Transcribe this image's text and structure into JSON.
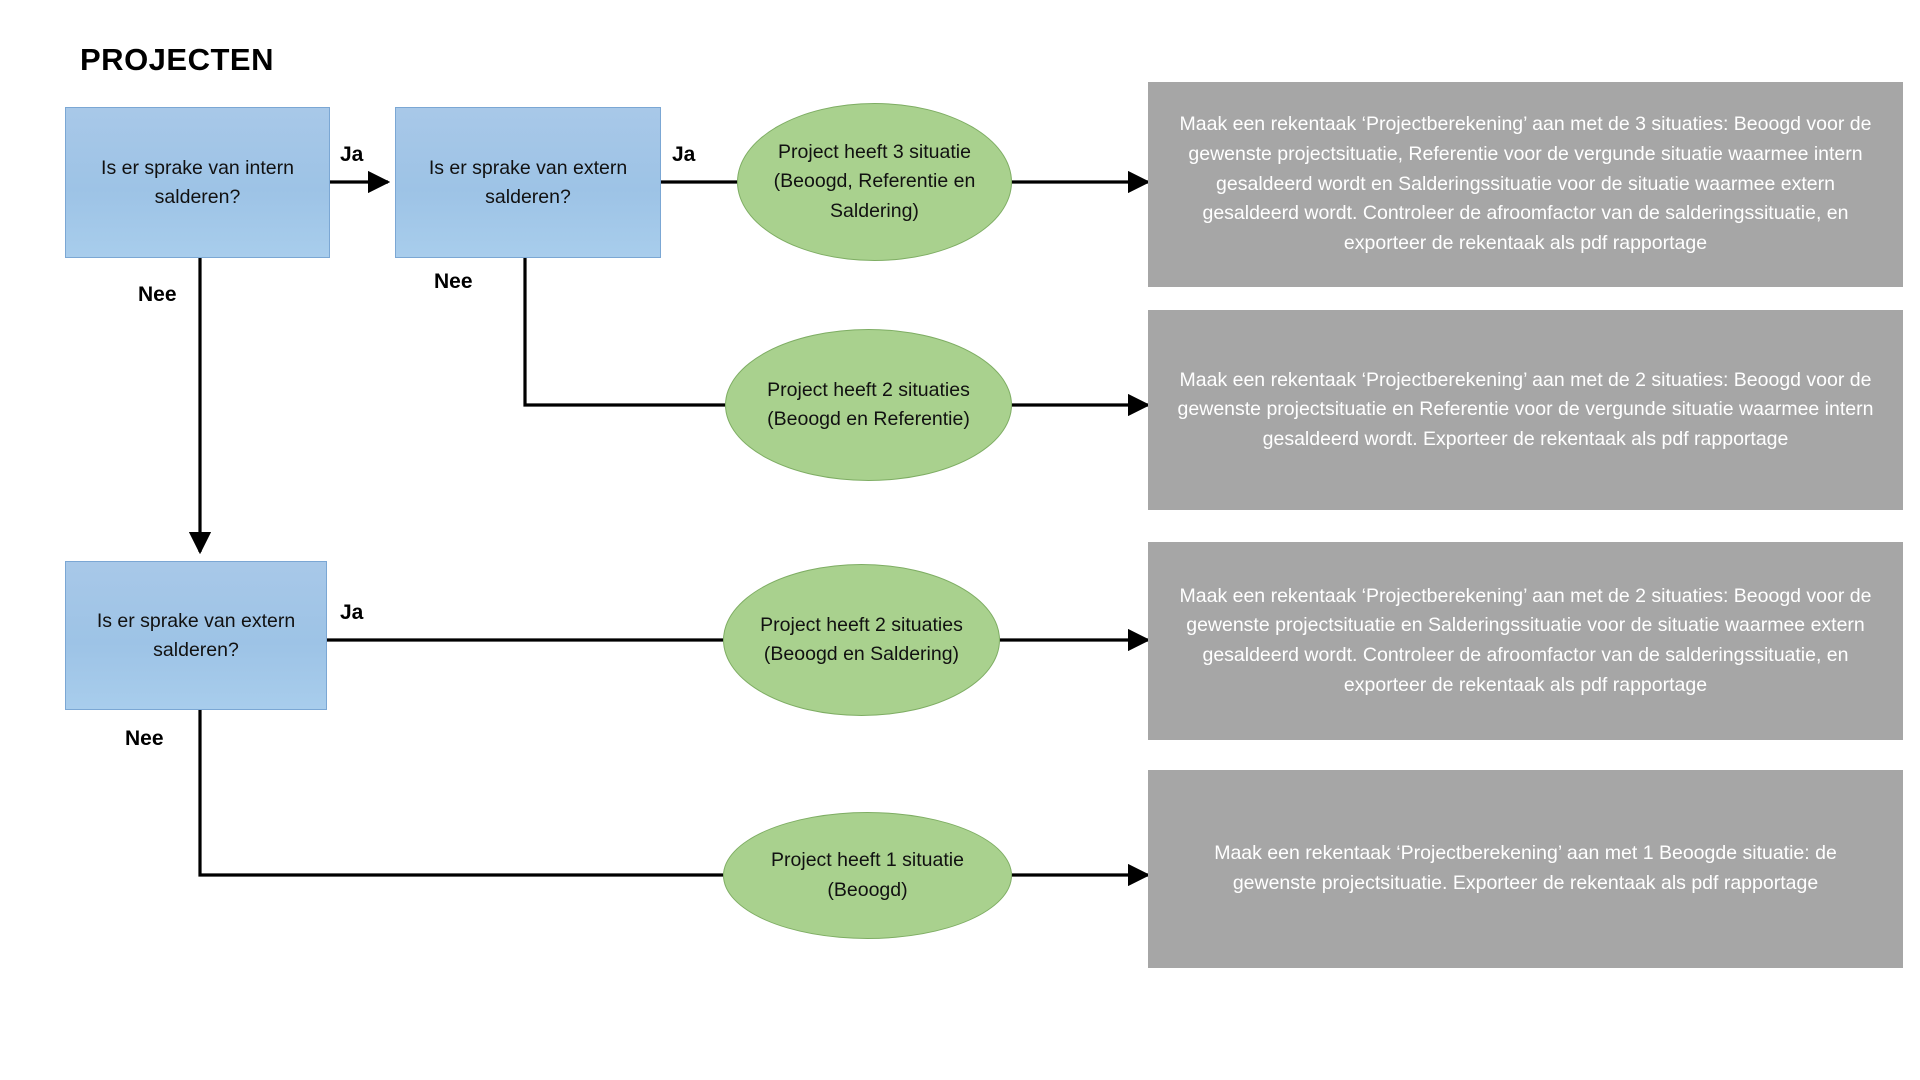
{
  "page": {
    "title": "PROJECTEN",
    "background": "#ffffff"
  },
  "colors": {
    "decision_fill": "#9dc3e6",
    "decision_border": "#7ba7d4",
    "ellipse_fill": "#a9d18e",
    "ellipse_border": "#7ead63",
    "note_fill": "#a6a6a6",
    "note_text": "#ffffff",
    "connector": "#000000"
  },
  "decisions": [
    {
      "id": "intern-salderen",
      "label": "Is er sprake van intern salderen?"
    },
    {
      "id": "extern-salderen-top",
      "label": "Is er sprake van extern salderen?"
    },
    {
      "id": "extern-salderen-bottom",
      "label": "Is er sprake van extern salderen?"
    }
  ],
  "outcomes": [
    {
      "id": "three-situations",
      "label": "Project heeft 3 situatie (Beoogd, Referentie en Saldering)"
    },
    {
      "id": "two-situations-beoogd-referentie",
      "label": "Project heeft 2 situaties (Beoogd en Referentie)"
    },
    {
      "id": "two-situations-beoogd-saldering",
      "label": "Project heeft 2 situaties (Beoogd en Saldering)"
    },
    {
      "id": "one-situation-beoogd",
      "label": "Project heeft 1 situatie (Beoogd)"
    }
  ],
  "notes": [
    {
      "id": "note-three-situations",
      "text": "Maak een rekentaak ‘Projectberekening’ aan met de 3 situaties: Beoogd voor de gewenste projectsituatie, Referentie voor de vergunde situatie waarmee intern gesaldeerd wordt en Salderingssituatie voor de situatie waarmee extern gesaldeerd wordt. Controleer de afroomfactor van de salderingssituatie, en exporteer de rekentaak als pdf rapportage"
    },
    {
      "id": "note-two-situations-referentie",
      "text": "Maak een rekentaak ‘Projectberekening’ aan met de 2 situaties: Beoogd voor de gewenste projectsituatie en Referentie voor de vergunde situatie waarmee intern gesaldeerd wordt. Exporteer de rekentaak als pdf rapportage"
    },
    {
      "id": "note-two-situations-saldering",
      "text": "Maak een rekentaak ‘Projectberekening’ aan met de 2 situaties: Beoogd voor de gewenste projectsituatie en Salderingssituatie voor de situatie waarmee extern gesaldeerd wordt. Controleer de afroomfactor van de salderingssituatie, en exporteer de rekentaak als pdf rapportage"
    },
    {
      "id": "note-one-situation",
      "text": "Maak een rekentaak ‘Projectberekening’ aan met 1 Beoogde situatie: de gewenste projectsituatie. Exporteer de rekentaak als pdf rapportage"
    }
  ],
  "edge_labels": {
    "ja_intern": "Ja",
    "nee_intern": "Nee",
    "ja_extern_top": "Ja",
    "nee_extern_top": "Nee",
    "ja_extern_bottom": "Ja",
    "nee_extern_bottom": "Nee"
  }
}
